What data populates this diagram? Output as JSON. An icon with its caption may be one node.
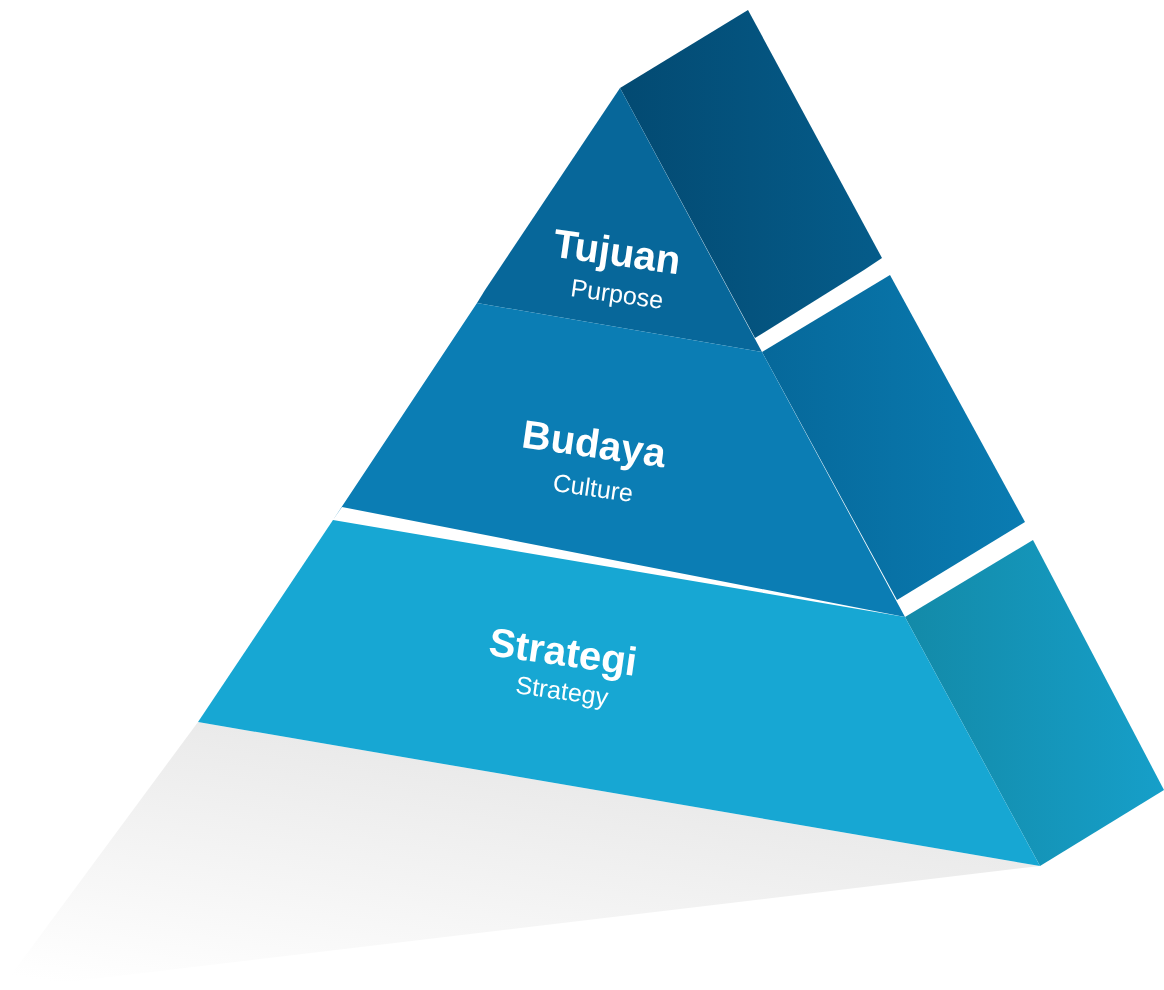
{
  "diagram": {
    "nodes": [
      {
        "text": [
          "Tujuan",
          "Purpose"
        ]
      },
      {
        "text": [
          "Budaya",
          "Culture"
        ]
      },
      {
        "text": [
          "Strategi",
          "Strategy"
        ]
      }
    ]
  }
}
